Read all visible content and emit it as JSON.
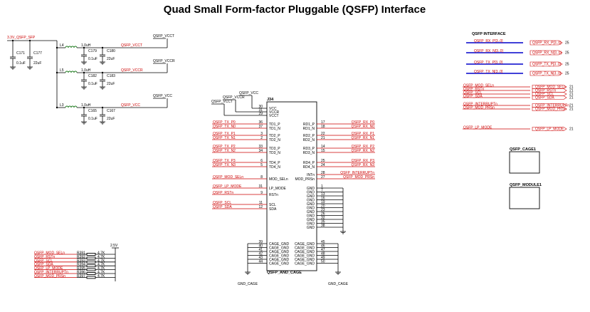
{
  "title": "Quad Small Form-factor Pluggable (QSFP) Interface",
  "power": {
    "input_net": "3.3V_QSFP_SFP",
    "rows": [
      {
        "inductor": "L4",
        "ind_value": "1.0uH",
        "net": "QSFP_VCCT",
        "flag": "QSFP_VCCT",
        "caps": [
          {
            "ref": "C179",
            "val": "0.1uF"
          },
          {
            "ref": "C180",
            "val": "22uF"
          }
        ]
      },
      {
        "inductor": "L5",
        "ind_value": "1.0uH",
        "net": "QSFP_VCCR",
        "flag": "QSFP_VCCR",
        "caps": [
          {
            "ref": "C182",
            "val": "0.1uF"
          },
          {
            "ref": "C183",
            "val": "22uF"
          }
        ]
      },
      {
        "inductor": "L3",
        "ind_value": "1.0uH",
        "net": "QSFP_VCC",
        "flag": "QSFP_VCC",
        "caps": [
          {
            "ref": "C165",
            "val": "0.1uF"
          },
          {
            "ref": "C167",
            "val": "22uF"
          }
        ]
      }
    ],
    "input_caps": [
      {
        "ref": "C171",
        "val": "0.1uF"
      },
      {
        "ref": "C177",
        "val": "22uF"
      }
    ]
  },
  "connector": {
    "ref": "J34",
    "name": "QSFP_AND_CAGE",
    "supply_flags": [
      "QSFP_VCC",
      "QSFP_VCCR",
      "QSFP_VCCT"
    ],
    "left_pins": [
      {
        "net": "",
        "name": "VCC",
        "num": "30"
      },
      {
        "net": "",
        "name": "VCCR",
        "num": "31"
      },
      {
        "net": "",
        "name": "VCCT",
        "num": "29"
      },
      {
        "net": "QSFP_TX_P0",
        "name": "TD1_P",
        "num": "36"
      },
      {
        "net": "QSFP_TX_N0",
        "name": "TD1_N",
        "num": "37"
      },
      {
        "net": "QSFP_TX_P1",
        "name": "TD2_P",
        "num": "3"
      },
      {
        "net": "QSFP_TX_N1",
        "name": "TD2_N",
        "num": "2"
      },
      {
        "net": "QSFP_TX_P2",
        "name": "TD3_P",
        "num": "33"
      },
      {
        "net": "QSFP_TX_N2",
        "name": "TD3_N",
        "num": "34"
      },
      {
        "net": "QSFP_TX_P3",
        "name": "TD4_P",
        "num": "6"
      },
      {
        "net": "QSFP_TX_N3",
        "name": "TD4_N",
        "num": "5"
      },
      {
        "net": "QSFP_MOD_SELn",
        "name": "MOD_SELn",
        "num": "8"
      },
      {
        "net": "QSFP_LP_MODE",
        "name": "LP_MODE",
        "num": "31"
      },
      {
        "net": "QSFP_RSTn",
        "name": "RSTn",
        "num": "9"
      },
      {
        "net": "QSFP_SCL",
        "name": "SCL",
        "num": "11"
      },
      {
        "net": "QSFP_SDA",
        "name": "SDA",
        "num": "12"
      }
    ],
    "right_pins": [
      {
        "net": "QSFP_RX_P0",
        "name": "RD1_P",
        "num": "17"
      },
      {
        "net": "QSFP_RX_N0",
        "name": "RD1_N",
        "num": "18"
      },
      {
        "net": "QSFP_RX_P1",
        "name": "RD2_P",
        "num": "22"
      },
      {
        "net": "QSFP_RX_N1",
        "name": "RD2_N",
        "num": "21"
      },
      {
        "net": "QSFP_RX_P2",
        "name": "RD3_P",
        "num": "14"
      },
      {
        "net": "QSFP_RX_N2",
        "name": "RD3_N",
        "num": "15"
      },
      {
        "net": "QSFP_RX_P3",
        "name": "RD4_P",
        "num": "25"
      },
      {
        "net": "QSFP_RX_N3",
        "name": "RD4_N",
        "num": "24"
      },
      {
        "net": "QSFP_INTERRUPTn",
        "name": "INTn",
        "num": "28"
      },
      {
        "net": "QSFP_MOD_PRSn",
        "name": "MOD_PRSn",
        "num": "27"
      }
    ],
    "gnd_pins": [
      "1",
      "7",
      "13",
      "16",
      "19",
      "20",
      "23",
      "26",
      "32",
      "35",
      "38"
    ],
    "gnd_name": "GND",
    "cage_left": [
      "39",
      "40",
      "41",
      "42",
      "43",
      "44"
    ],
    "cage_right": [
      "45",
      "46",
      "47",
      "48",
      "49",
      "50"
    ],
    "cage_name": "CAGE_GND",
    "cage_gnd_net": "GND_CAGE"
  },
  "interface": {
    "title": "QSFP INTERFACE",
    "bus_ports": [
      {
        "label": "QSFP_RX_P[3..0]",
        "ref": "25"
      },
      {
        "label": "QSFP_RX_N[3..0]",
        "ref": "25"
      },
      {
        "label": "QSFP_TX_P[3..0]",
        "ref": "25"
      },
      {
        "label": "QSFP_TX_N[3..0]",
        "ref": "25"
      }
    ],
    "control_ports": [
      {
        "label": "QSFP_MOD_SELn",
        "ref": "21"
      },
      {
        "label": "QSFP_RSTn",
        "ref": "21"
      },
      {
        "label": "QSFP_SCL",
        "ref": "21"
      },
      {
        "label": "QSFP_SDA",
        "ref": "21"
      },
      {
        "label": "QSFP_INTERRUPTn",
        "ref": "21"
      },
      {
        "label": "QSFP_MOD_PRSn",
        "ref": "21"
      },
      {
        "label": "QSFP_LP_MODE",
        "ref": "21"
      }
    ]
  },
  "mech_parts": [
    "QSFP_CAGE1",
    "QSFP_MODULE1"
  ],
  "pullups": {
    "rail": "2.5V",
    "rows": [
      {
        "net": "QSFP_MOD_SELn",
        "ref": "R391",
        "val": "4.7K"
      },
      {
        "net": "QSFP_RSTn",
        "ref": "R392",
        "val": "4.7K"
      },
      {
        "net": "QSFP_SCL",
        "ref": "R393",
        "val": "4.7K"
      },
      {
        "net": "QSFP_SDA",
        "ref": "R394",
        "val": "4.7K"
      },
      {
        "net": "QSFP_LP_MODE",
        "ref": "R395",
        "val": "4.7K"
      },
      {
        "net": "QSFP_INTERRUPTn",
        "ref": "R396",
        "val": "4.7K"
      },
      {
        "net": "QSFP_MOD_PRSn",
        "ref": "R397",
        "val": "4.7K"
      }
    ]
  },
  "colors": {
    "wire": "#000000",
    "net_label": "#cc0000",
    "bus": "#0000cc",
    "inductor": "#1f7a1f"
  }
}
